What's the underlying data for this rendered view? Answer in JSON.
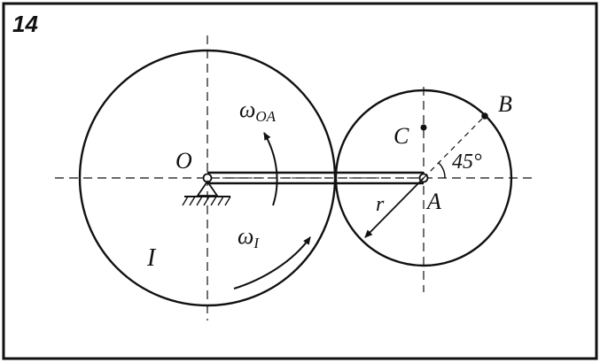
{
  "figure": {
    "number": "14",
    "labels": {
      "O": "O",
      "A": "A",
      "B": "B",
      "C": "C",
      "r": "r",
      "gear_I": "I",
      "omega_oa_main": "ω",
      "omega_oa_sub": "OA",
      "omega_I_main": "ω",
      "omega_I_sub": "I",
      "angle": "45°"
    },
    "colors": {
      "ink": "#111111",
      "background": "#ffffff"
    }
  }
}
